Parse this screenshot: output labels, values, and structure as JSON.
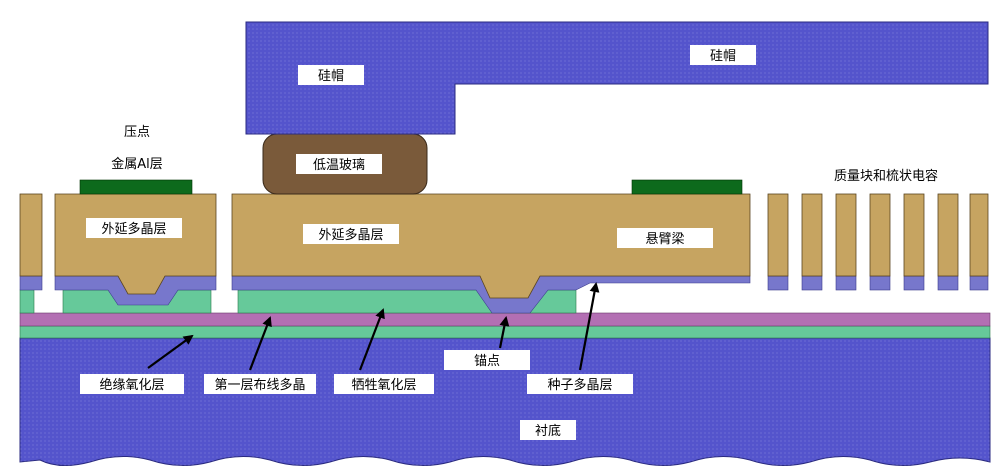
{
  "labels": {
    "cap_left": "硅帽",
    "cap_right": "硅帽",
    "pad": "压点",
    "metal": "金属Al层",
    "glass": "低温玻璃",
    "mass_comb": "质量块和梳状电容",
    "epi_left": "外延多晶层",
    "epi_center": "外延多晶层",
    "cantilever": "悬臂梁",
    "insulating_oxide": "绝缘氧化层",
    "first_poly": "第一层布线多晶",
    "sacrificial_oxide": "牺牲氧化层",
    "anchor": "锚点",
    "seed_poly": "种子多晶层",
    "substrate": "衬底"
  },
  "colors": {
    "substrate": "#5454cc",
    "cap": "#5454cc",
    "epi_poly": "#c6a461",
    "seed_poly": "#7777cc",
    "sacrificial": "#66c99a",
    "insulating": "#b36fb3",
    "metal": "#0d6a1c",
    "glass": "#7a5a3a"
  }
}
